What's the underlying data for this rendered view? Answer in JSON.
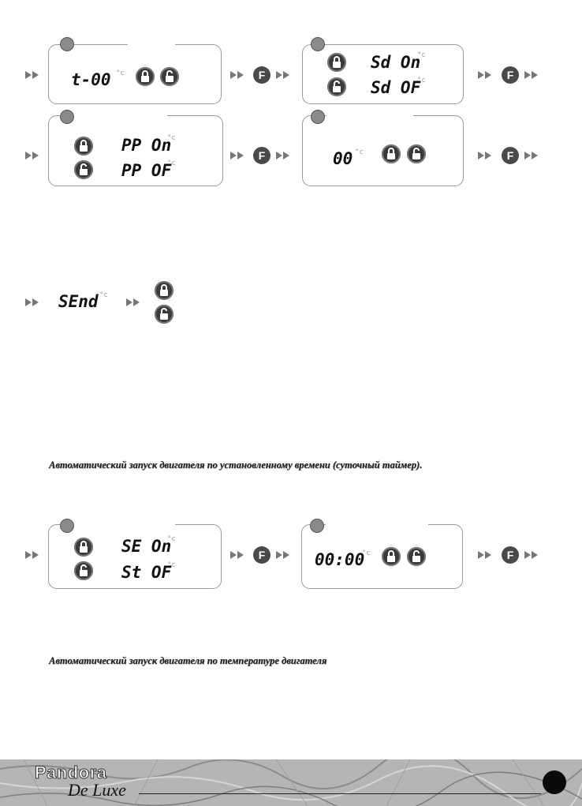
{
  "screens": {
    "s1": {
      "line1": "t-00",
      "sub": "°c"
    },
    "s2": {
      "line1": "Sd On",
      "line2": "Sd OF",
      "sub": "°c"
    },
    "s3": {
      "line1": "PP On",
      "line2": "PP OF",
      "sub": "°c"
    },
    "s4": {
      "line1": "00",
      "sub": "°c"
    },
    "s5": {
      "line1": "SEnd",
      "sub": "°c"
    },
    "s6": {
      "line1": "SE On",
      "line2": "St OF",
      "sub": "°c"
    },
    "s7": {
      "line1": "00:00",
      "sub": "°c"
    }
  },
  "f_label": "F",
  "captions": {
    "daily_timer": "Автоматический запуск двигателя по установленному времени (суточный таймер).",
    "temperature": "Автоматический запуск двигателя по температуре двигателя"
  },
  "footer": {
    "brand": "Pandora",
    "brand_sub": "De Luxe"
  },
  "colors": {
    "panel_border": "#9a9a9a",
    "lock_icon": "#3a3a3a",
    "f_button": "#4a4a4a",
    "footer_bg": "#b8b8b8"
  }
}
